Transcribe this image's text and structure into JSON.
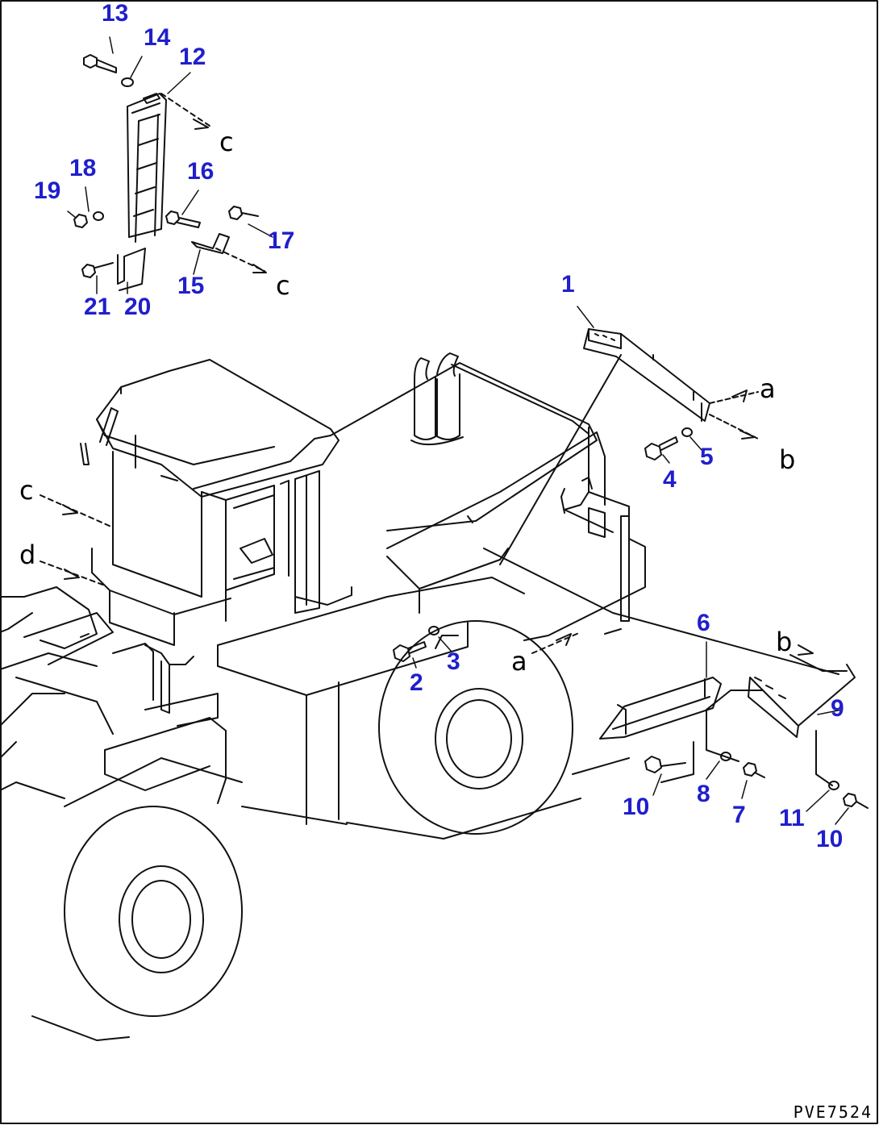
{
  "colors": {
    "callout": "#1f1fcc",
    "line": "#111111"
  },
  "callouts": {
    "n1": "1",
    "n2": "2",
    "n3": "3",
    "n4": "4",
    "n5": "5",
    "n6": "6",
    "n7": "7",
    "n8": "8",
    "n9": "9",
    "n10a": "10",
    "n10b": "10",
    "n11": "11",
    "n12": "12",
    "n13": "13",
    "n14": "14",
    "n15": "15",
    "n16": "16",
    "n17": "17",
    "n18": "18",
    "n19": "19",
    "n20": "20",
    "n21": "21"
  },
  "refs": {
    "a_top": "a",
    "a_wheel": "a",
    "b_top": "b",
    "b_right": "b",
    "c_top": "c",
    "c_mid": "c",
    "c_left": "c",
    "d_left": "d"
  },
  "drawing_code": "PVE7524"
}
